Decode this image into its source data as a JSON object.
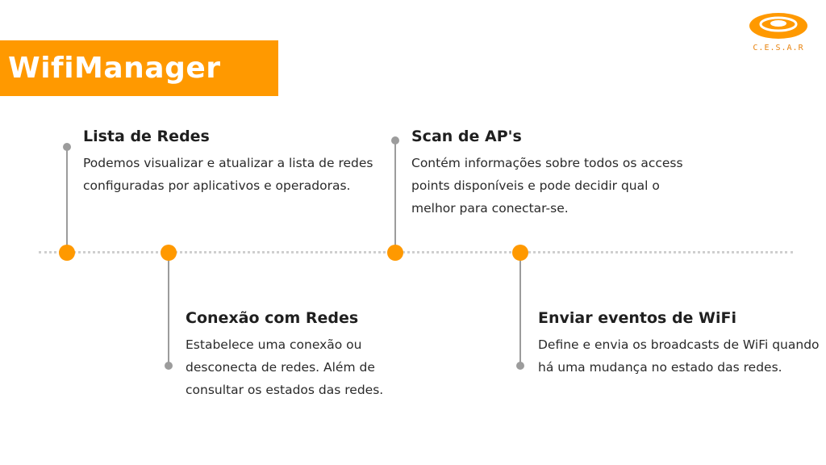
{
  "header": {
    "title": "WifiManager"
  },
  "logo": {
    "name": "cesar-logo-icon",
    "text": "C.E.S.A.R",
    "color": "#ff9900"
  },
  "colors": {
    "accent": "#ff9900",
    "stem": "#9c9c9c",
    "dots": "#cfcfcf"
  },
  "timeline": {
    "items": [
      {
        "title": "Lista de Redes",
        "description": "Podemos visualizar e atualizar a lista de redes configuradas por aplicativos e operadoras."
      },
      {
        "title": "Conexão com Redes",
        "description": "Estabelece uma conexão ou desconecta de redes. Além de consultar os estados das redes."
      },
      {
        "title": "Scan de AP's",
        "description": "Contém informações sobre todos os access points disponíveis e pode decidir qual o melhor para conectar-se."
      },
      {
        "title": "Enviar eventos de WiFi",
        "description": "Define e envia os broadcasts de WiFi quando há uma mudança no estado das redes."
      }
    ]
  }
}
